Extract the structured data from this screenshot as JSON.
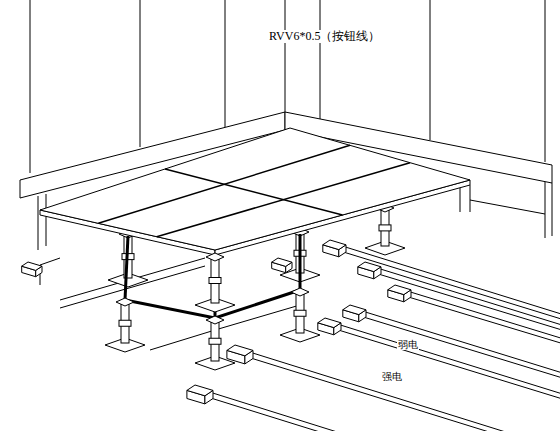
{
  "diagram": {
    "labels": [
      "RVV6*0.5（按钮线）",
      "弱电",
      "强电"
    ]
  }
}
